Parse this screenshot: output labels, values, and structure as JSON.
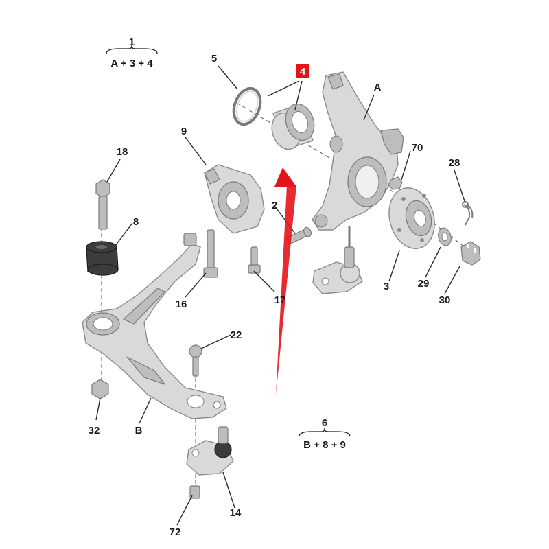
{
  "assemblies": [
    {
      "id": "1",
      "formula": "A + 3 + 4"
    },
    {
      "id": "6",
      "formula": "B + 8 + 9"
    }
  ],
  "part_labels": {
    "p1": "1",
    "p2": "2",
    "p3": "3",
    "p4": "4",
    "p5": "5",
    "p6": "6",
    "p8": "8",
    "p9": "9",
    "p14": "14",
    "p16": "16",
    "p17": "17",
    "p18": "18",
    "p22": "22",
    "p28": "28",
    "p29": "29",
    "p30": "30",
    "p32": "32",
    "p70": "70",
    "p72": "72",
    "pA": "A",
    "pB": "B"
  },
  "highlight": {
    "label": "4",
    "color": "#e4141b"
  },
  "colors": {
    "arrow": "#e4141b",
    "part": "#d9d9d9",
    "bushing": "#3c3c3c"
  }
}
